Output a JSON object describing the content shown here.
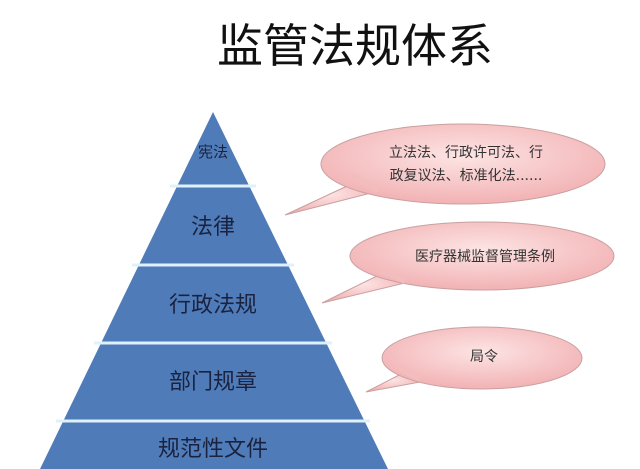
{
  "title": "监管法规体系",
  "colors": {
    "pyramid": "#4f7cb8",
    "divider": "#d9eef8",
    "bubble": "#f6c3c3",
    "bubble_stroke": "#c99"
  },
  "tiers": [
    "宪法",
    "法律",
    "行政法规",
    "部门规章",
    "规范性文件"
  ],
  "bubbles": [
    {
      "lines": [
        "立法法、行政许可法、行",
        "政复议法、标准化法......"
      ]
    },
    {
      "lines": [
        "医疗器械监督管理条例"
      ]
    },
    {
      "lines": [
        "局令"
      ]
    }
  ]
}
